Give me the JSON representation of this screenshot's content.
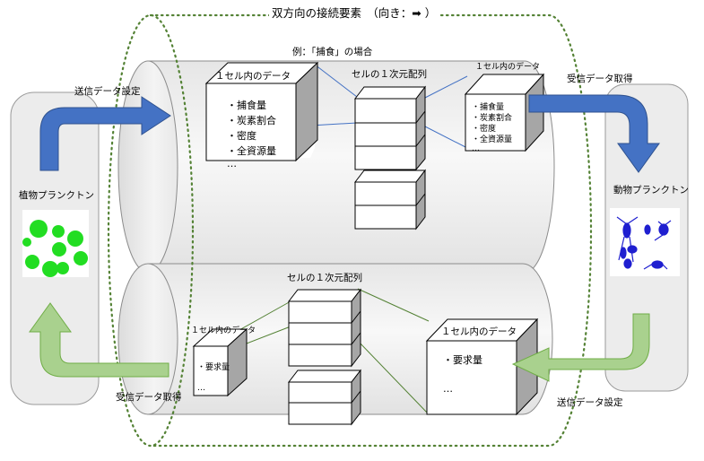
{
  "title": "双方向の接続要素　（向き：➡ ）",
  "example_label": "例：「捕食」の場合",
  "top": {
    "send_label": "送信データ設定",
    "recv_label": "受信データ取得",
    "left_cube": {
      "title": "１セル内のデータ",
      "items": [
        "・捕食量",
        "・炭素割合",
        "・密度",
        "・全資源量"
      ],
      "ellipsis": "…"
    },
    "array_title": "セルの１次元配列",
    "right_cube": {
      "title": "１セル内のデータ",
      "items": [
        "・捕食量",
        "・炭素割合",
        "・密度",
        "・全資源量"
      ],
      "ellipsis": "…"
    }
  },
  "bottom": {
    "recv_label": "受信データ取得",
    "send_label": "送信データ設定",
    "array_title": "セルの１次元配列",
    "left_cube": {
      "title": "１セル内のデータ",
      "items": [
        "・要求量"
      ],
      "ellipsis": "…"
    },
    "right_cube": {
      "title": "１セル内のデータ",
      "items": [
        "・要求量"
      ],
      "ellipsis": "…"
    }
  },
  "left_model": {
    "label": "植物プランクトン"
  },
  "right_model": {
    "label": "動物プランクトン"
  },
  "colors": {
    "blue_arrow": "#4472C4",
    "green_arrow": "#A9D18E",
    "dotted_ring": "#548235",
    "cylinder_fill": "#F2F2F2",
    "phyto": "#22DD22",
    "zoo": "#1F1FD0"
  }
}
